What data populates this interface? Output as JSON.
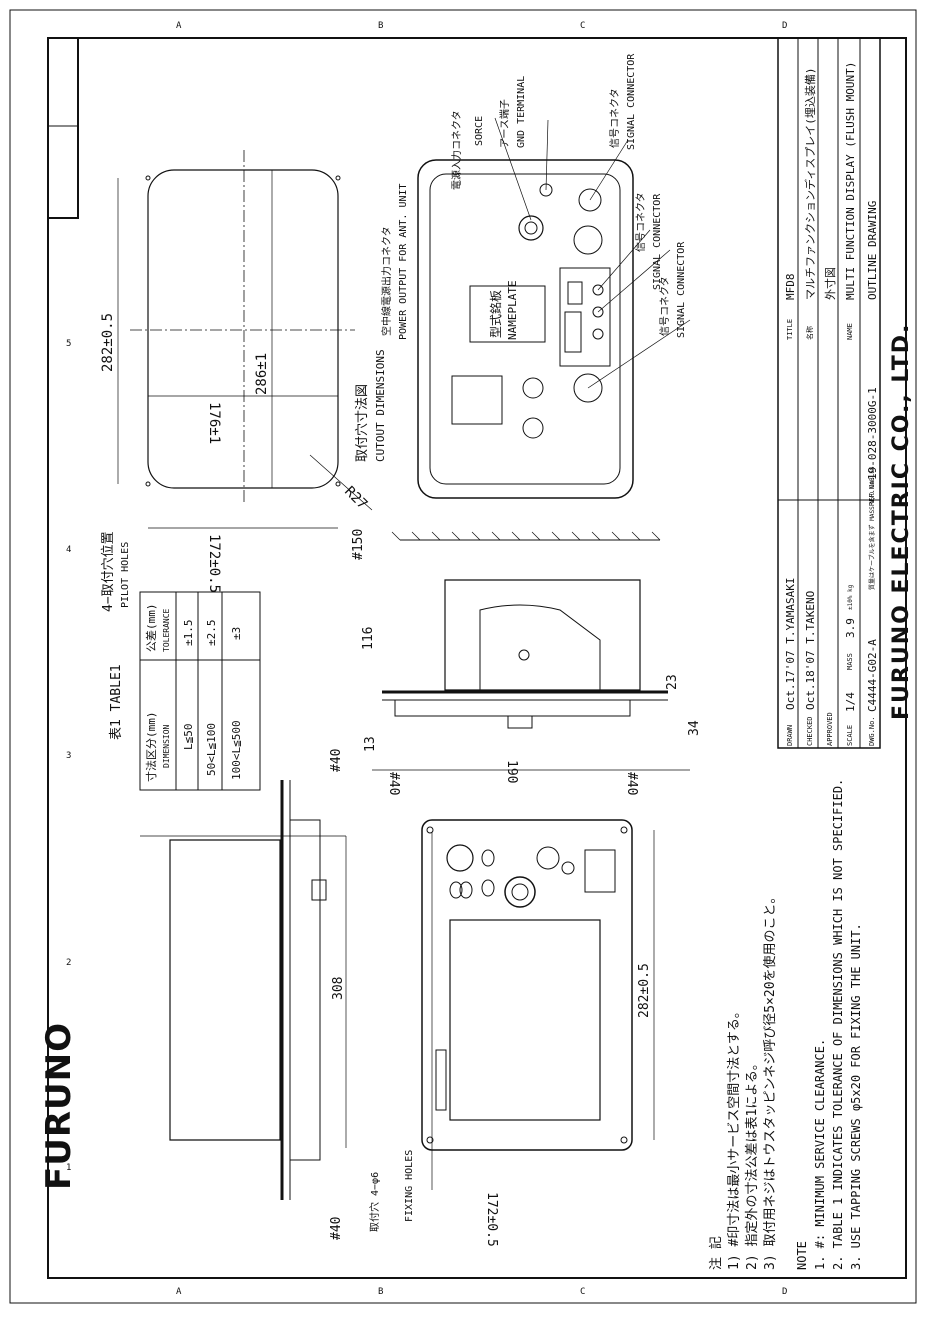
{
  "brand": {
    "logo_text": "FURUNO",
    "company": "FURUNO ELECTRIC CO., LTD."
  },
  "grid_labels": {
    "rows": [
      "A",
      "B",
      "C",
      "D"
    ],
    "cols": [
      "1",
      "2",
      "3",
      "4",
      "5"
    ]
  },
  "rear_view": {
    "callouts": [
      "電源入力コネクタ",
      "SORCE",
      "アース端子",
      "GND TERMINAL",
      "信号コネクタ",
      "SIGNAL CONNECTOR",
      "信号コネクタ",
      "SIGNAL CONNECTOR",
      "信号コネクタ",
      "SIGNAL CONNECTOR",
      "空中線電源出力コネクタ",
      "POWER OUTPUT FOR ANT. UNIT"
    ],
    "nameplate_jp": "型式銘板",
    "nameplate_en": "NAMEPLATE"
  },
  "cutout": {
    "title_jp": "取付穴寸法図",
    "title_en": "CUTOUT DIMENSIONS",
    "dims": [
      "282±0.5",
      "286±1",
      "176±1",
      "172±0.5",
      "R27"
    ],
    "pilot_jp": "4−取付穴位置",
    "pilot_en": "PILOT HOLES"
  },
  "table1": {
    "title": "表1 TABLE1",
    "col1_jp": "寸法区分(mm)",
    "col1_en": "DIMENSION",
    "col2_jp": "公差(mm)",
    "col2_en": "TOLERANCE",
    "rows": [
      {
        "dim": "L≦50",
        "tol": "±1.5"
      },
      {
        "dim": "50<L≦100",
        "tol": "±2.5"
      },
      {
        "dim": "100<L≦500",
        "tol": "±3"
      }
    ]
  },
  "side_view": {
    "dims": [
      "#150",
      "116",
      "23",
      "34",
      "13",
      "#40",
      "190",
      "#40"
    ]
  },
  "front_view": {
    "dims": [
      "308",
      "282±0.5",
      "172±0.5",
      "#40",
      "#40"
    ],
    "fixing_jp": "取付穴 4−φ6",
    "fixing_en": "FIXING HOLES"
  },
  "notes_jp": {
    "heading": "注 記",
    "items": [
      "1) #印寸法は最小サービス空間寸法とする。",
      "2) 指定外の寸法公差は表1による。",
      "3) 取付用ネジはトウスタッピンネジ呼び径5×20を使用のこと。"
    ]
  },
  "notes_en": {
    "heading": "NOTE",
    "items": [
      "1. #: MINIMUM SERVICE CLEARANCE.",
      "2. TABLE 1 INDICATES TOLERANCE OF DIMENSIONS WHICH IS NOT SPECIFIED.",
      "3. USE TAPPING SCREWS φ5x20 FOR FIXING THE UNIT."
    ]
  },
  "title_block": {
    "drawn_label": "DRAWN",
    "drawn": "Oct.17'07 T.YAMASAKI",
    "checked_label": "CHECKED",
    "checked": "Oct.18'07 T.TAKENO",
    "approved_label": "APPROVED",
    "scale_label": "SCALE",
    "scale": "1/4",
    "mass_label": "MASS",
    "mass": "3.9",
    "mass_unit": "±10% kg",
    "dwg_label": "DWG.No.",
    "dwg_no": "C4444-G02-A",
    "ref_label": "REF.No.",
    "ref_no": "19-028-3000G-1",
    "cable_note": "質量はケーブルを含まず MASS W/O CABLES",
    "title_label": "TITLE",
    "title": "MFD8",
    "name_jp_label": "名称",
    "name_jp": "マルチファンクションディスプレイ(埋込装備)",
    "name_jp2": "外寸図",
    "name_label": "NAME",
    "name_en": "MULTI FUNCTION DISPLAY (FLUSH MOUNT)",
    "name_en2": "OUTLINE DRAWING"
  }
}
